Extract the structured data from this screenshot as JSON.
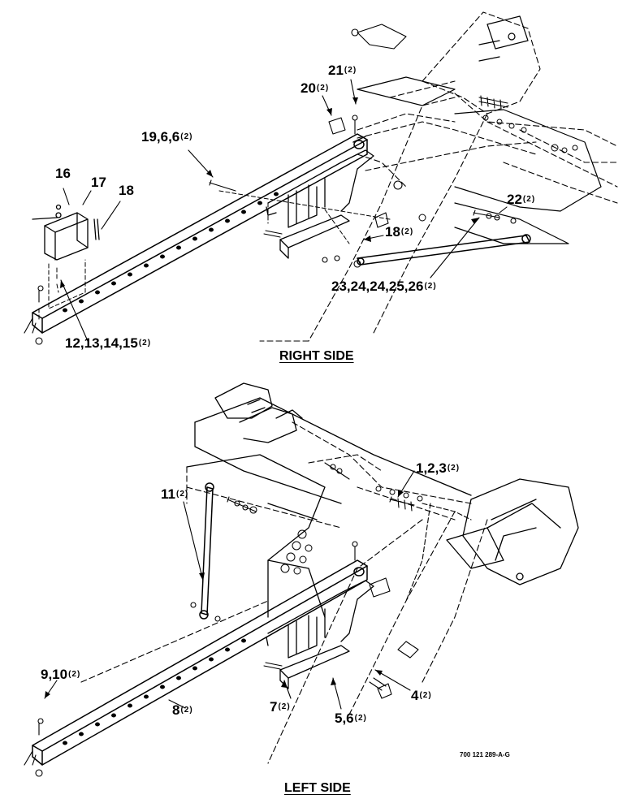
{
  "sections": {
    "right": {
      "title": "RIGHT SIDE",
      "callouts": [
        {
          "id": "c16",
          "text": "16",
          "qty": ""
        },
        {
          "id": "c17",
          "text": "17",
          "qty": ""
        },
        {
          "id": "c18a",
          "text": "18",
          "qty": ""
        },
        {
          "id": "c19",
          "text": "19,6,6",
          "qty": "(2)"
        },
        {
          "id": "c20",
          "text": "20",
          "qty": "(2)"
        },
        {
          "id": "c21",
          "text": "21",
          "qty": "(2)"
        },
        {
          "id": "c22",
          "text": "22",
          "qty": "(2)"
        },
        {
          "id": "c18b",
          "text": "18",
          "qty": "(2)"
        },
        {
          "id": "c23",
          "text": "23,24,24,25,26",
          "qty": "(2)"
        },
        {
          "id": "c12",
          "text": "12,13,14,15",
          "qty": "(2)"
        }
      ]
    },
    "left": {
      "title": "LEFT SIDE",
      "callouts": [
        {
          "id": "c1",
          "text": "1,2,3",
          "qty": "(2)"
        },
        {
          "id": "c11",
          "text": "11",
          "qty": "(2)"
        },
        {
          "id": "c9",
          "text": "9,10",
          "qty": "(2)"
        },
        {
          "id": "c8",
          "text": "8",
          "qty": "(2)"
        },
        {
          "id": "c7",
          "text": "7",
          "qty": "(2)"
        },
        {
          "id": "c5",
          "text": "5,6",
          "qty": "(2)"
        },
        {
          "id": "c4",
          "text": "4",
          "qty": "(2)"
        }
      ]
    }
  },
  "drawing_number": "700 121 289-A-G",
  "colors": {
    "ink": "#000000",
    "paper": "#ffffff"
  }
}
